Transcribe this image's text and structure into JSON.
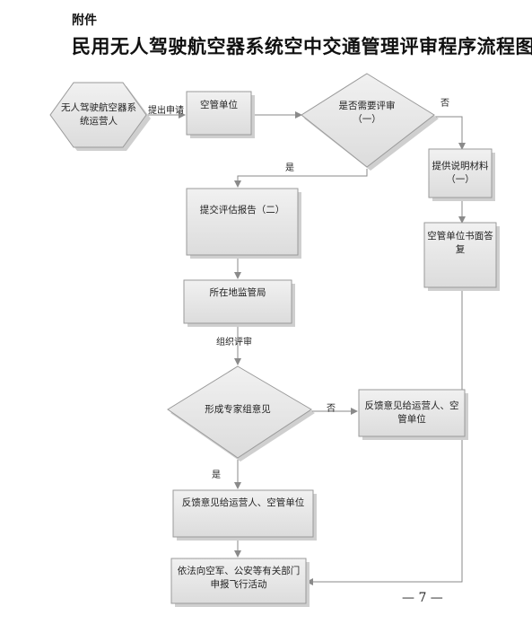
{
  "header": {
    "label": "附件"
  },
  "title": "民用无人驾驶航空器系统空中交通管理评审程序流程图",
  "nodes": {
    "operator": "无人驾驶航空器系统运营人",
    "atc_unit": "空管单位",
    "need_review": "是否需要评审（一）",
    "provide_materials": "提供说明材料（一）",
    "written_reply": "空管单位书面答复",
    "submit_report": "提交评估报告（二）",
    "local_bureau": "所在地监管局",
    "expert_opinion": "形成专家组意见",
    "feedback_no": "反馈意见给运营人、空管单位",
    "feedback_yes": "反馈意见给运营人、空管单位",
    "apply_flight": "依法向空军、公安等有关部门申报飞行活动"
  },
  "edges": {
    "submit_application": "提出申请",
    "review_no": "否",
    "review_yes": "是",
    "organize_review": "组织评审",
    "expert_no": "否",
    "expert_yes": "是"
  },
  "page_number": "— 7 —",
  "colors": {
    "node_fill": "#e8e8e8",
    "node_border": "#9a9a9a",
    "shadow": "#cfcfcf",
    "line": "#8a8a8a"
  }
}
